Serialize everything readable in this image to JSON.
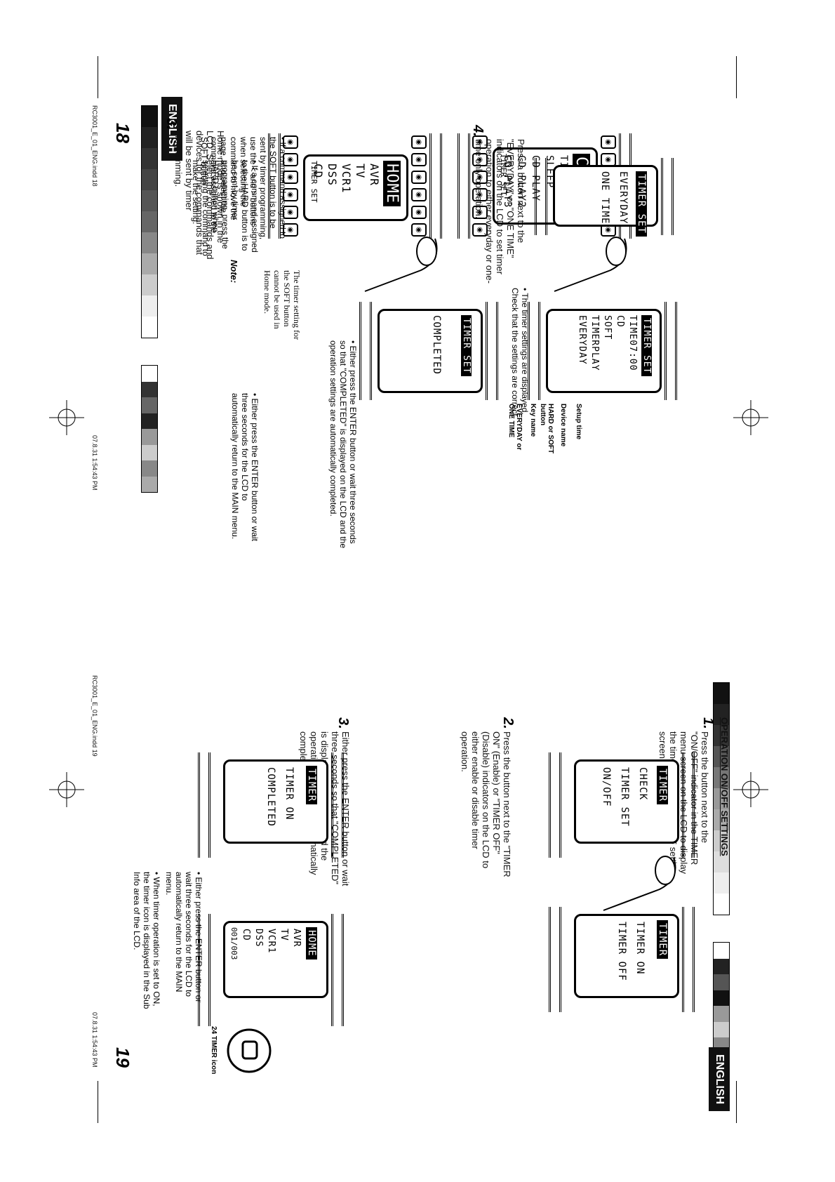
{
  "left_page": {
    "language_tab": "ENGLISH",
    "page_number": "18",
    "slug_file": "RC3001_E_01_ENG.indd   18",
    "slug_date": "07.8.31   1:54:43 PM",
    "step3": {
      "number": "3.",
      "text": "Home mode is shown in the LCD. Select the commands and devices for the commands that will be sent by timer programming.",
      "bullets": [
        "If a command assigned to the HARD button is to be sent by timer programming, press the HARD button when selecting the command to make the setting.",
        "If a command assigned to the SOFT button is to be sent by timer programming, use the < and > buttons when selecting the command to move the page, and select the command assigned to the SOFT button."
      ],
      "lcd_home": {
        "title": "HOME",
        "lines": [
          "AVR",
          "TV",
          "VCR1",
          "DSS",
          "CD"
        ],
        "footer": "TIMER SET"
      },
      "lcd_cd": {
        "title": "CD",
        "lines": [
          "TIMERPLAY",
          "SLEEP",
          "CD PLAY",
          "CD PLAY2",
          "CD PLAY3"
        ],
        "footer": "TIMER SET"
      }
    },
    "note": {
      "heading": "Note:",
      "text": "The timer setting for the SOFT button cannot be used in Home mode."
    },
    "step4": {
      "number": "4.",
      "text": "Press a button next to the \"EVERYDAY\" or \"ONE TIME\" indicators on the LCD to set timer operation to either everyday or one-time only operation.",
      "lcd_mode": {
        "title": "TIMER SET",
        "lines": [
          "EVERYDAY",
          "ONE TIME"
        ]
      },
      "bullet_displayed": "The timer settings are displayed. Check that the settings are correct.",
      "lcd_summary": {
        "title": "TIMER SET",
        "lines": [
          "TIME07:00",
          "CD",
          "SOFT",
          "TIMERPLAY",
          "EVERYDAY"
        ]
      },
      "callouts": [
        "Setup time",
        "Device name",
        "HARD or SOFT button",
        "Key name",
        "EVERYDAY or ONE TIME"
      ],
      "bullet_enter": "Either press the ENTER button or wait three seconds so that \"COMPLETED\" is displayed on the LCD and the operation settings are automatically completed.",
      "lcd_completed": {
        "title": "TIMER SET",
        "lines": [
          "COMPLETED"
        ]
      },
      "bullet_return": "Either press the ENTER button or wait three seconds for the LCD to automatically return to the MAIN menu."
    }
  },
  "right_page": {
    "language_tab": "ENGLISH",
    "page_number": "19",
    "slug_file": "RC3001_E_01_ENG.indd   19",
    "slug_date": "07.8.31   1:54:43 PM",
    "section_title": "OPERATION ON/OFF SETTINGS",
    "step1": {
      "number": "1.",
      "text": "Press the button next to the \"ON/OFF\" indicator in the TIMER menu screen on the LCD to display the timer operation ON/OFF setting screen.",
      "lcd": {
        "title": "TIMER",
        "lines": [
          "CHECK",
          "TIMER SET",
          "ON/OFF"
        ]
      }
    },
    "step2": {
      "number": "2.",
      "text": "Press the button next to the \"TIMER ON\" (Enable) or \"TIMER OFF\" (Disable) indicators on the LCD to either enable or disable timer operation.",
      "lcd": {
        "title": "TIMER",
        "lines": [
          "TIMER ON",
          "TIMER OFF"
        ]
      }
    },
    "step3": {
      "number": "3.",
      "text": "Either press the ENTER button or wait three seconds so that \"COMPLETED\" is displayed on the LCD and the operation settings are automatically completed.",
      "lcd": {
        "title": "TIMER",
        "lines": [
          "TIMER ON",
          "COMPLETED"
        ]
      },
      "bullets": [
        "Either press the ENTER button or wait three seconds for the LCD to automatically return to the MAIN menu.",
        "When timer operation is set to ON, the timer icon is displayed in the Sub Info area of the LCD."
      ],
      "lcd_home": {
        "title": "HOME",
        "lines": [
          "AVR",
          "TV",
          "VCR1",
          "DSS",
          "CD"
        ],
        "footer": "001/003"
      },
      "callout": "24 TIMER icon"
    }
  }
}
